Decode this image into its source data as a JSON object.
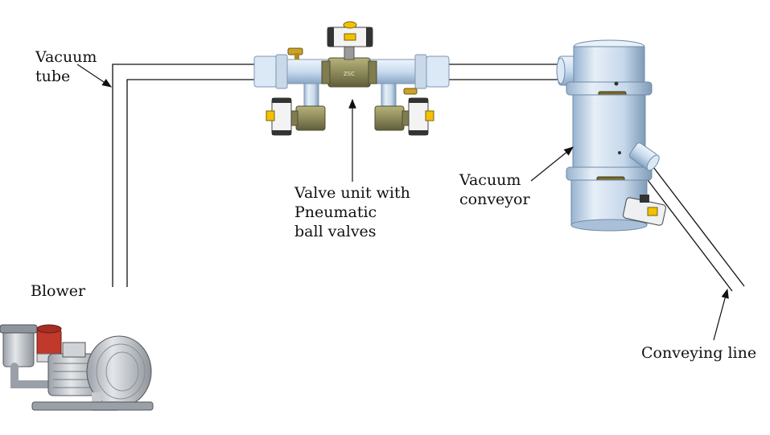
{
  "labels": {
    "vacuum_tube": [
      "Vacuum",
      "tube"
    ],
    "blower": "Blower",
    "valve_unit": [
      "Valve unit with",
      "Pneumatic",
      "ball valves"
    ],
    "vacuum_conveyor": [
      "Vacuum",
      "conveyor"
    ],
    "conveying_line": "Conveying line"
  },
  "valve_marking": "ZSC",
  "colors": {
    "pipe": "#cfe0f2",
    "pipe_dark": "#9db7d3",
    "brass": "#8d8a5a",
    "actuator_yellow": "#f2c200",
    "blower_red": "#c0392b",
    "blower_grey": "#b9bec5",
    "line": "#111111"
  }
}
